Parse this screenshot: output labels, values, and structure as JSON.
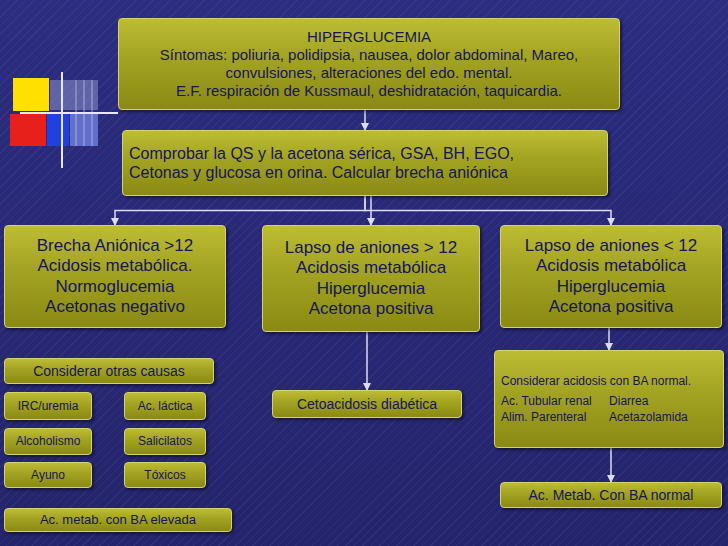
{
  "diagram": {
    "nodes": [
      {
        "text": [
          "HIPERGLUCEMIA",
          "Síntomas: poliuria, polidipsia, nausea, dolor abdominal, Mareo, convulsiones, alteraciones del edo. mental.",
          "E.F. respiración de Kussmaul, deshidratación, taquicardia."
        ]
      },
      {
        "text": [
          "Comprobar la QS y la acetona sérica, GSA, BH, EGO, Cetonas y glucosa en orina. Calcular brecha aniónica"
        ]
      },
      {
        "text": [
          "Brecha Aniónica >12",
          "Acidosis metabólica.",
          "Normoglucemia",
          "Acetonas negativo"
        ]
      },
      {
        "text": [
          "Lapso de aniones > 12",
          "Acidosis metabólica",
          "Hiperglucemia",
          "Acetona positiva"
        ]
      },
      {
        "text": [
          "Lapso de aniones < 12",
          "Acidosis metabólica",
          "Hiperglucemia",
          "Acetona positiva"
        ]
      },
      {
        "text": [
          "Considerar otras causas"
        ]
      },
      {
        "text": [
          "IRC/uremia"
        ]
      },
      {
        "text": [
          "Ac. láctica"
        ]
      },
      {
        "text": [
          "Alcoholismo"
        ]
      },
      {
        "text": [
          "Salicilatos"
        ]
      },
      {
        "text": [
          "Ayuno"
        ]
      },
      {
        "text": [
          "Tóxicos"
        ]
      },
      {
        "text": [
          "Ac. metab. con BA elevada"
        ]
      },
      {
        "text": [
          "Cetoacidosis diabética"
        ]
      },
      {
        "text": [
          "Considerar acidosis con BA normal.",
          "Ac. Tubular renal",
          "Diarrea",
          "Alim. Parenteral",
          "Acetazolamida"
        ]
      },
      {
        "text": [
          "Ac. Metab. Con BA normal"
        ]
      }
    ],
    "edges": [
      {
        "from": 0,
        "to": 1,
        "arrow": "to"
      },
      {
        "from": 1,
        "to": 2,
        "arrow": "to"
      },
      {
        "from": 1,
        "to": 3,
        "arrow": "to"
      },
      {
        "from": 1,
        "to": 4,
        "arrow": "to"
      },
      {
        "from": 3,
        "to": 13,
        "arrow": "to"
      },
      {
        "from": 4,
        "to": 14,
        "arrow": "to"
      },
      {
        "from": 14,
        "to": 15,
        "arrow": "to"
      }
    ]
  }
}
